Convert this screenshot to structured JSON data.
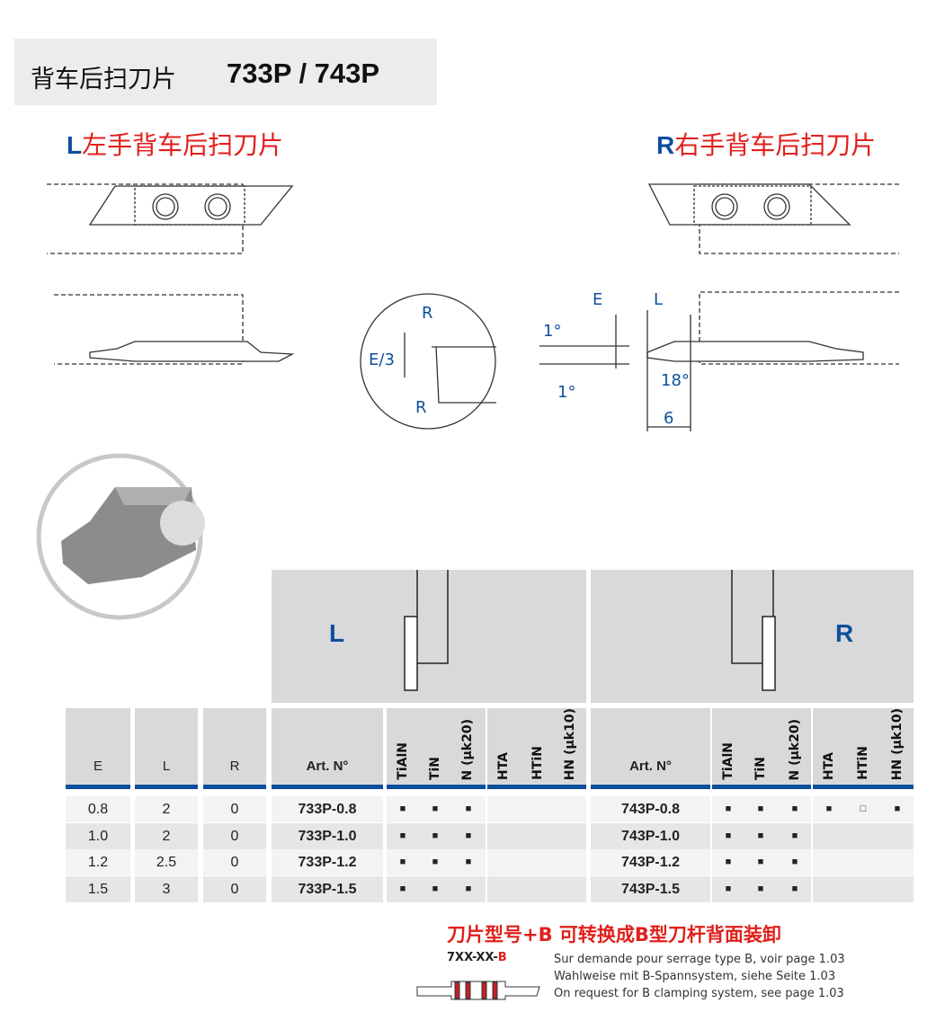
{
  "title": {
    "cn": "背车后扫刀片",
    "code": "733P / 743P"
  },
  "left_heading": {
    "letter": "L",
    "text": "左手背车后扫刀片"
  },
  "right_heading": {
    "letter": "R",
    "text": "右手背车后扫刀片"
  },
  "drawing_labels": {
    "r1": "R",
    "r2": "R",
    "e3": "E/3",
    "e": "E",
    "l": "L",
    "deg1": "1°",
    "deg2": "1°",
    "deg18": "18°",
    "six": "6"
  },
  "table": {
    "hand_left": "L",
    "hand_right": "R",
    "headers": [
      "E",
      "L",
      "R",
      "Art. N°"
    ],
    "coatings_a": [
      "TiAlN",
      "TiN",
      "N (µk20)"
    ],
    "coatings_b": [
      "HTA",
      "HTiN",
      "HN (µk10)"
    ],
    "art_right_header": "Art. N°",
    "rows": [
      {
        "e": "0.8",
        "l": "2",
        "r": "0",
        "art_l": "733P-0.8",
        "l_marks": [
          "■",
          "■",
          "■",
          "",
          "",
          ""
        ],
        "art_r": "743P-0.8",
        "r_marks": [
          "■",
          "■",
          "■",
          "■",
          "□",
          "■"
        ]
      },
      {
        "e": "1.0",
        "l": "2",
        "r": "0",
        "art_l": "733P-1.0",
        "l_marks": [
          "■",
          "■",
          "■",
          "",
          "",
          ""
        ],
        "art_r": "743P-1.0",
        "r_marks": [
          "■",
          "■",
          "■",
          "",
          "",
          ""
        ]
      },
      {
        "e": "1.2",
        "l": "2.5",
        "r": "0",
        "art_l": "733P-1.2",
        "l_marks": [
          "■",
          "■",
          "■",
          "",
          "",
          ""
        ],
        "art_r": "743P-1.2",
        "r_marks": [
          "■",
          "■",
          "■",
          "",
          "",
          ""
        ]
      },
      {
        "e": "1.5",
        "l": "3",
        "r": "0",
        "art_l": "733P-1.5",
        "l_marks": [
          "■",
          "■",
          "■",
          "",
          "",
          ""
        ],
        "art_r": "743P-1.5",
        "r_marks": [
          "■",
          "■",
          "■",
          "",
          "",
          ""
        ]
      }
    ]
  },
  "note": {
    "heading": "刀片型号+B  可转换成B型刀杆背面装卸",
    "code_prefix": "7XX-XX-",
    "code_suffix": "B",
    "lines": [
      "Sur demande pour serrage type B, voir page 1.03",
      "Wahlweise mit B-Spannsystem, siehe Seite 1.03",
      "On request for B clamping system, see page 1.03"
    ]
  },
  "colors": {
    "blue": "#0d4f9c",
    "red": "#e0201c",
    "gray": "#d9d9db"
  }
}
